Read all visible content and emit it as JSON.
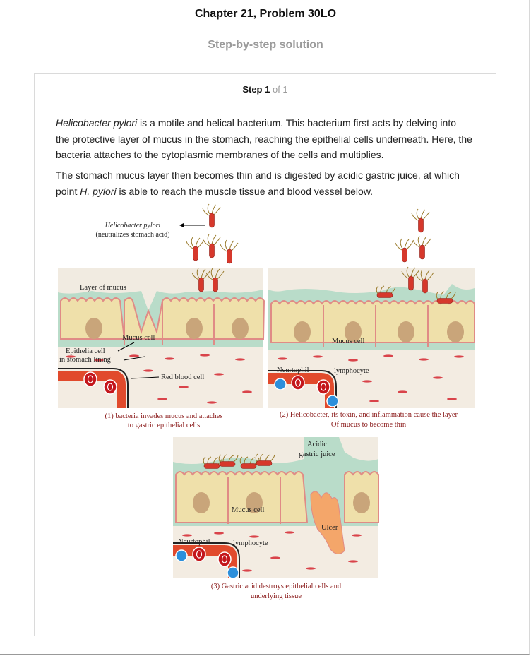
{
  "header": {
    "title": "Chapter 21, Problem 30LO",
    "subtitle": "Step-by-step solution"
  },
  "step": {
    "label": "Step 1",
    "of": "of 1"
  },
  "paragraphs": {
    "p1_italic": "Helicobacter pylori",
    "p1_rest": " is a motile and helical bacterium. This bacterium first acts by delving into the protective layer of mucus in the stomach, reaching the epithelial cells underneath. Here, the bacteria attaches to the cytoplasmic membranes of the cells and multiplies.",
    "p2_start": "The stomach mucus layer then becomes thin and is digested by acidic gastric juice, at which point ",
    "p2_italic": "H. pylori",
    "p2_end": " is able to reach the muscle tissue and blood vessel below."
  },
  "figure": {
    "hp_label_1": "Helicobacter pylori",
    "hp_label_2": "(neutralizes stomach acid)",
    "layer_of_mucus": "Layer of mucus",
    "mucus_cell": "Mucus cell",
    "epithelia_1": "Epithelia cell",
    "epithelia_2": "in stomach lining",
    "red_blood_cell": "Red blood cell",
    "caption1_a": "(1) bacteria invades mucus and attaches",
    "caption1_b": "to gastric epithelial cells",
    "neutrophil": "Neurtophil",
    "lymphocyte": "lymphocyte",
    "caption2_a": "(2) Helicobacter, its toxin, and inflammation cause the layer",
    "caption2_b": "Of mucus to become thin",
    "acidic_1": "Acidic",
    "acidic_2": "gastric juice",
    "ulcer": "Ulcer",
    "caption3_a": "(3) Gastric acid destroys epithelial cells and",
    "caption3_b": "underlying tissue"
  },
  "colors": {
    "mucus_bg": "#b9dcc9",
    "mucus_layer": "#f1ebe1",
    "cell_fill": "#efe0aa",
    "cell_border": "#e08b86",
    "nucleus": "#c9a57a",
    "vessel": "#e14a2c",
    "bacterium": "#d6382c",
    "caption": "#8a1a1a"
  }
}
